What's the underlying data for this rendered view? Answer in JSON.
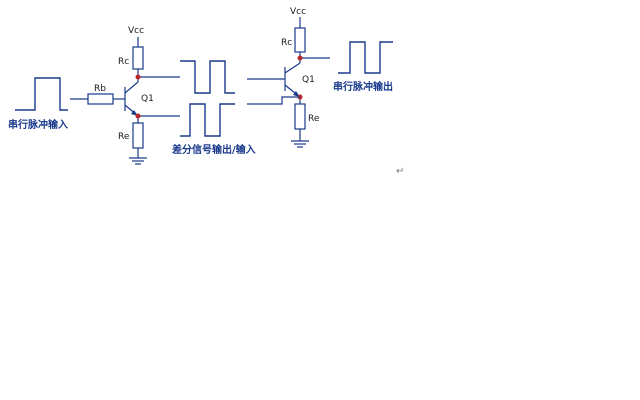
{
  "stage1": {
    "vcc": "Vcc",
    "rc": "Rc",
    "rb": "Rb",
    "q": "Q1",
    "re": "Re",
    "input_caption": "串行脉冲输入"
  },
  "middle": {
    "caption": "差分信号输出/输入"
  },
  "stage2": {
    "vcc": "Vcc",
    "rc": "Rc",
    "q": "Q1",
    "re": "Re",
    "output_caption": "串行脉冲输出"
  },
  "misc": {
    "return_mark": "↵"
  },
  "colors": {
    "wire": "#1a3a8c",
    "node": "#b8282a"
  }
}
